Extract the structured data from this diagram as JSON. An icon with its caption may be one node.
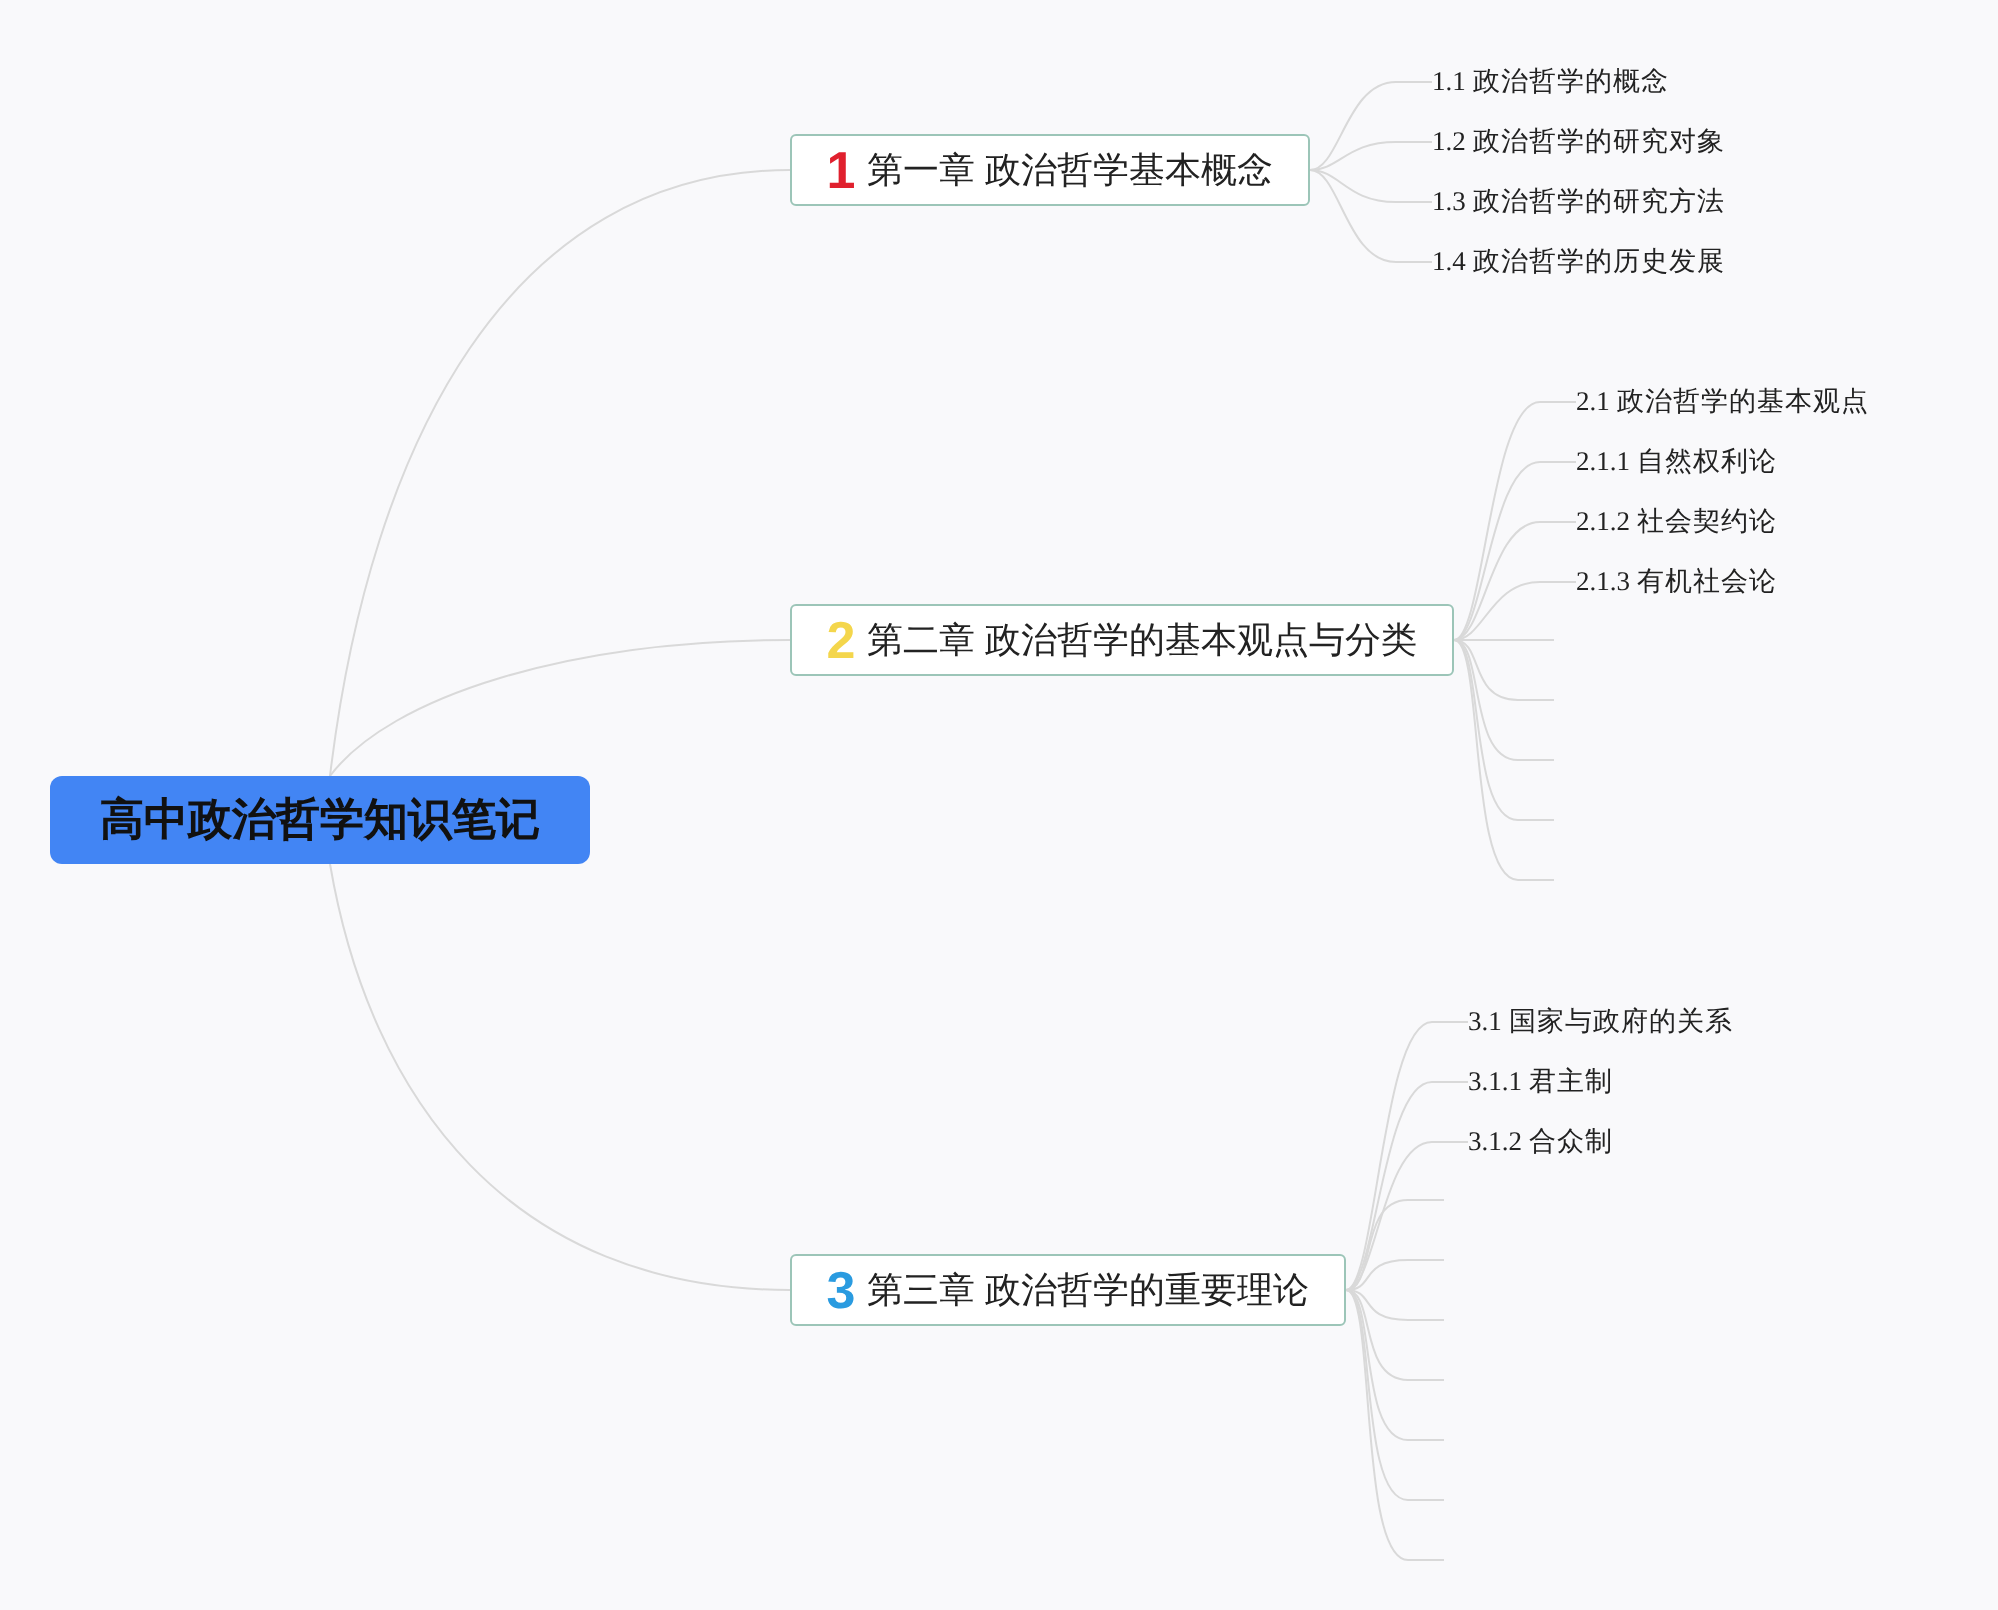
{
  "diagram": {
    "nodes": [
      {
        "text": [
          "高中政治哲学知识笔记"
        ]
      },
      {
        "text": [
          "1",
          "第一章 政治哲学基本概念"
        ]
      },
      {
        "text": [
          "1.1 政治哲学的概念"
        ]
      },
      {
        "text": [
          "1.2 政治哲学的研究对象"
        ]
      },
      {
        "text": [
          "1.3 政治哲学的研究方法"
        ]
      },
      {
        "text": [
          "1.4 政治哲学的历史发展"
        ]
      },
      {
        "text": [
          "2",
          "第二章 政治哲学的基本观点与分类"
        ]
      },
      {
        "text": [
          "2.1 政治哲学的基本观点"
        ]
      },
      {
        "text": [
          "2.1.1 自然权利论"
        ]
      },
      {
        "text": [
          "2.1.2 社会契约论"
        ]
      },
      {
        "text": [
          "2.1.3 有机社会论"
        ]
      },
      {
        "text": [
          "3",
          "第三章 政治哲学的重要理论"
        ]
      },
      {
        "text": [
          "3.1 国家与政府的关系"
        ]
      },
      {
        "text": [
          "3.1.1 君主制"
        ]
      },
      {
        "text": [
          "3.1.2 合众制"
        ]
      }
    ],
    "edges": [
      {
        "from": 0,
        "to": 1,
        "arrow": "none"
      },
      {
        "from": 0,
        "to": 6,
        "arrow": "none"
      },
      {
        "from": 0,
        "to": 11,
        "arrow": "none"
      },
      {
        "from": 1,
        "to": 2,
        "arrow": "none"
      },
      {
        "from": 1,
        "to": 3,
        "arrow": "none"
      },
      {
        "from": 1,
        "to": 4,
        "arrow": "none"
      },
      {
        "from": 1,
        "to": 5,
        "arrow": "none"
      },
      {
        "from": 6,
        "to": 7,
        "arrow": "none"
      },
      {
        "from": 6,
        "to": 8,
        "arrow": "none"
      },
      {
        "from": 6,
        "to": 9,
        "arrow": "none"
      },
      {
        "from": 6,
        "to": 10,
        "arrow": "none"
      },
      {
        "from": 6,
        "to": null,
        "arrow": "none"
      },
      {
        "from": 6,
        "to": null,
        "arrow": "none"
      },
      {
        "from": 6,
        "to": null,
        "arrow": "none"
      },
      {
        "from": 6,
        "to": null,
        "arrow": "none"
      },
      {
        "from": 6,
        "to": null,
        "arrow": "none"
      },
      {
        "from": 11,
        "to": 12,
        "arrow": "none"
      },
      {
        "from": 11,
        "to": 13,
        "arrow": "none"
      },
      {
        "from": 11,
        "to": 14,
        "arrow": "none"
      },
      {
        "from": 11,
        "to": null,
        "arrow": "none"
      },
      {
        "from": 11,
        "to": null,
        "arrow": "none"
      },
      {
        "from": 11,
        "to": null,
        "arrow": "none"
      },
      {
        "from": 11,
        "to": null,
        "arrow": "none"
      },
      {
        "from": 11,
        "to": null,
        "arrow": "none"
      },
      {
        "from": 11,
        "to": null,
        "arrow": "none"
      },
      {
        "from": 11,
        "to": null,
        "arrow": "none"
      }
    ]
  }
}
